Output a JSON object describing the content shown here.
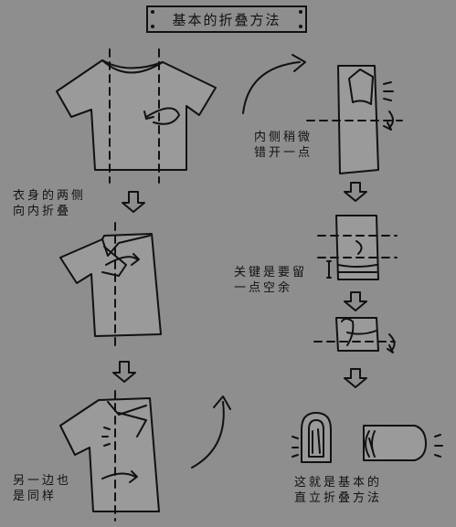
{
  "title": "基本的折叠方法",
  "steps": {
    "left_fold_1": "衣身的两侧",
    "left_fold_2": "向内折叠",
    "other_side_1": "另一边也",
    "other_side_2": "是同样",
    "inner_1": "内侧稍微",
    "inner_2": "错开一点",
    "key_1": "关键是要留",
    "key_2": "一点空余",
    "result_1": "这就是基本的",
    "result_2": "直立折叠方法"
  },
  "colors": {
    "background": "#8e8e8e",
    "ink": "#111111",
    "shirt_fill": "#9a9a9a"
  }
}
